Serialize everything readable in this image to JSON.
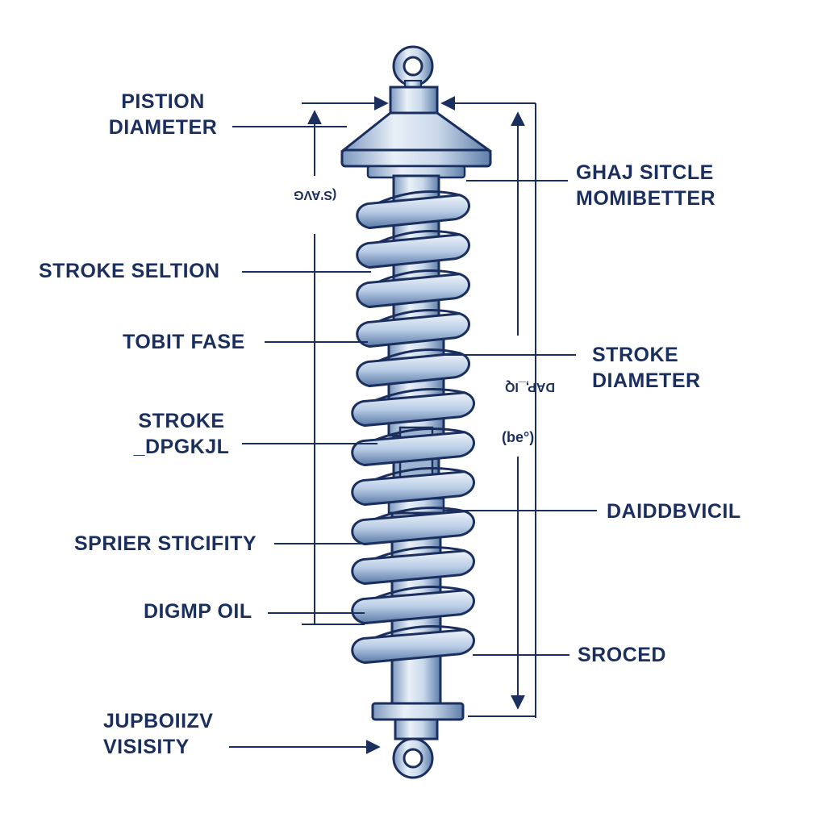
{
  "colors": {
    "ink": "#1b2f5e",
    "steel": "#d3e0ee",
    "steel_dark": "#6f8db5",
    "spring": "#c8d8ec",
    "background": "#ffffff"
  },
  "labels": {
    "piston_diameter": [
      "PISTION",
      "DIAMETER"
    ],
    "stroke_seltion": "STROKE SELTION",
    "tobit_fase": "TOBIT FASE",
    "stroke_dpgkjl": [
      "STROKE",
      "_DPGKJL"
    ],
    "sprier_sticifity": "SPRIER STICIFITY",
    "digmp_oil": "DIGMP OIL",
    "jupboiizv_visisity": [
      "JUPBOIIZV",
      "VISISITY"
    ],
    "ghaj_sitcle": [
      "GHAJ SITCLE",
      "MOMIBETTER"
    ],
    "stroke_diameter": [
      "STROKE",
      "DIAMETER"
    ],
    "daiddbvicil": "DAIDDBVICIL",
    "sroced": "SROCED"
  },
  "dimension_text": {
    "left_vertical": "(S'AVG",
    "right_vertical": "DAP,_IQ",
    "right_paren": "(be°)"
  }
}
